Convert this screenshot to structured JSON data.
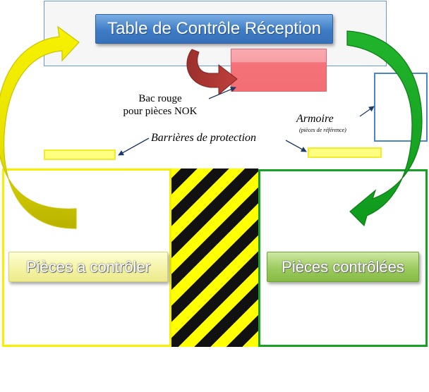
{
  "title": "Table de Contrôle Réception",
  "red_bin": {
    "line1": "Bac rouge",
    "line2": "pour pièces NOK"
  },
  "barriers_label": "Barrières de protection",
  "cabinet": {
    "label": "Armoire",
    "sublabel": "(pièces de référence)"
  },
  "zone_left_label": "Pièces a contrôler",
  "zone_right_label": "Pièces contrôlées",
  "colors": {
    "title_blue": "#3f7cc6",
    "nok_red": "#f36e75",
    "yellow_zone": "#f4f000",
    "green_zone": "#16a325",
    "hazard_black": "#111111",
    "cabinet_blue": "#4a86c8"
  },
  "icons": [
    "curved-arrow-yellow-icon",
    "curved-arrow-green-icon",
    "curved-arrow-red-icon",
    "pointer-arrow-icon"
  ]
}
